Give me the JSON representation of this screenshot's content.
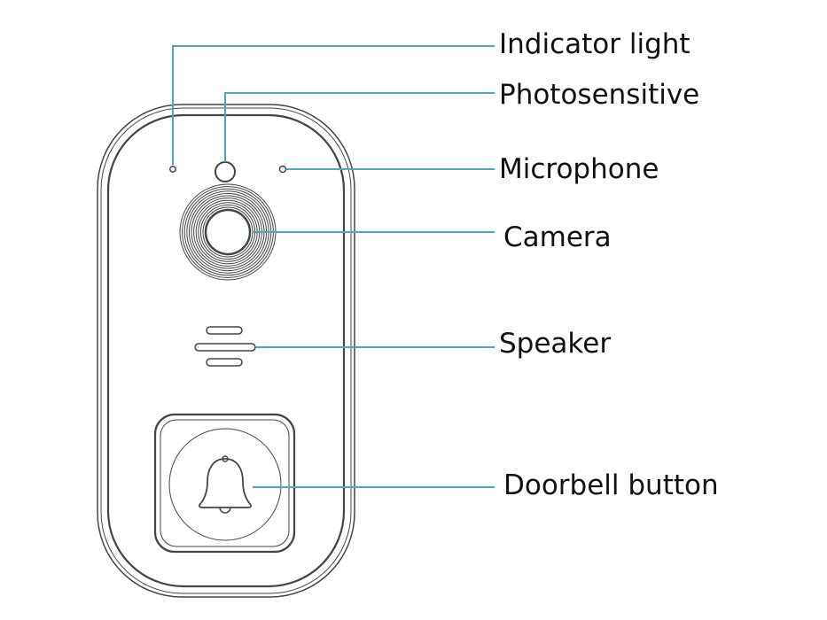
{
  "title": "Doorbell parts diagram",
  "colors": {
    "leader_line": "#4aa8c0",
    "outline": "#444444"
  },
  "labels": [
    {
      "id": "indicator-light",
      "text": "Indicator light"
    },
    {
      "id": "photosensitive",
      "text": "Photosensitive"
    },
    {
      "id": "microphone",
      "text": "Microphone"
    },
    {
      "id": "camera",
      "text": "Camera"
    },
    {
      "id": "speaker",
      "text": "Speaker"
    },
    {
      "id": "doorbell-button",
      "text": "Doorbell button"
    }
  ],
  "icons": {
    "button": "bell-icon"
  }
}
